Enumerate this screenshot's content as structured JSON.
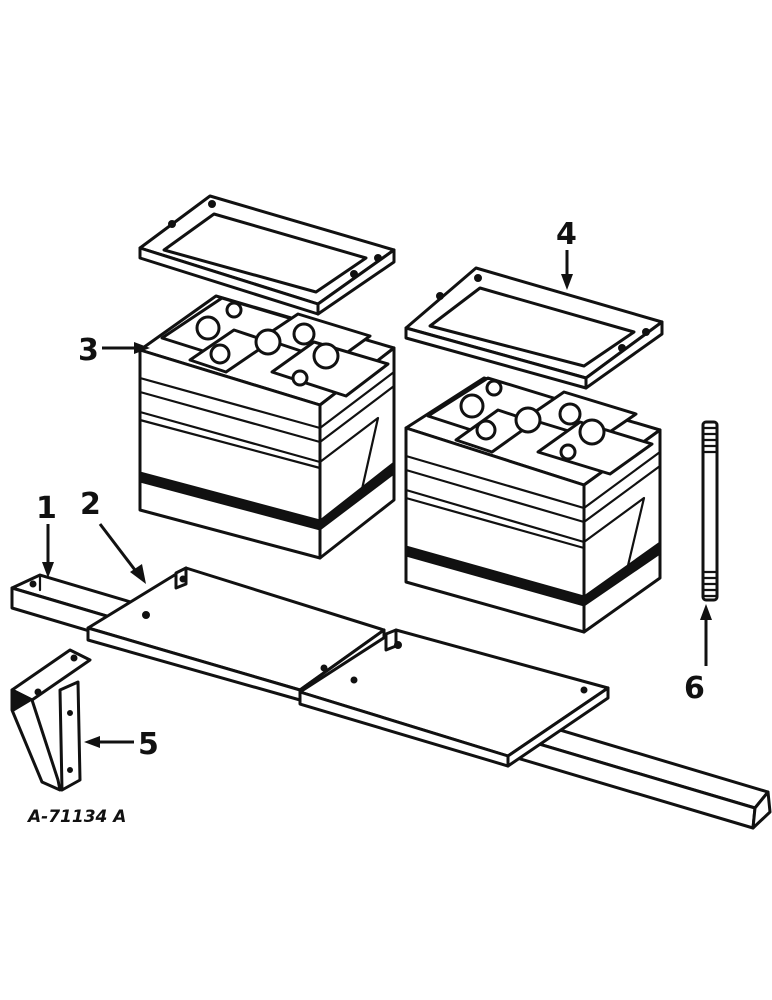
{
  "callouts": [
    {
      "id": "1",
      "label": "1"
    },
    {
      "id": "2",
      "label": "2"
    },
    {
      "id": "3",
      "label": "3"
    },
    {
      "id": "4",
      "label": "4"
    },
    {
      "id": "5",
      "label": "5"
    },
    {
      "id": "6",
      "label": "6"
    }
  ],
  "reference_number": "A-71134 A"
}
